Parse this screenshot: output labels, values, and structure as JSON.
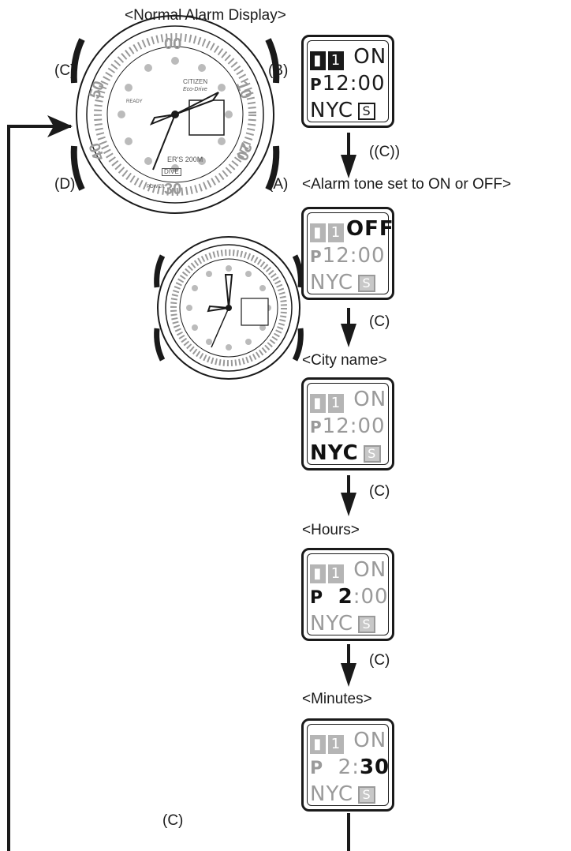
{
  "titles": {
    "normal": "<Normal Alarm Display>",
    "tone": "<Alarm tone set to ON or OFF>",
    "city": "<City name>",
    "hours": "<Hours>",
    "minutes": "<Minutes>"
  },
  "buttons": {
    "c": "(C)",
    "b": "(B)",
    "d": "(D)",
    "a": "(A)"
  },
  "arrow_labels": {
    "step1": "((C))",
    "step2": "(C)",
    "step3": "(C)",
    "step4": "(C)",
    "return": "(C)"
  },
  "watch": {
    "brand": "CITIZEN",
    "sub": "Eco-Drive",
    "model": "ER'S 200M",
    "dive": "DIVE",
    "bezel_top": "00",
    "bezel_left": "50",
    "bezel_right": "10",
    "bezel_br": "20",
    "bezel_bottom": "30",
    "bezel_bl": "40",
    "ready": "READY",
    "power": "POWER"
  },
  "lcd_screens": [
    {
      "id": "normal",
      "num": "1",
      "state": "ON",
      "ampm": "P",
      "time": "12:00",
      "city": "NYC",
      "s": "S"
    },
    {
      "id": "tone",
      "num": "1",
      "state": "OFF",
      "ampm": "P",
      "time": "12:00",
      "city": "NYC",
      "s": "S"
    },
    {
      "id": "city",
      "num": "1",
      "state": "ON",
      "ampm": "P",
      "time": "12:00",
      "city": "NYC",
      "s": "S"
    },
    {
      "id": "hours",
      "num": "1",
      "state": "ON",
      "ampm": "P",
      "hh": "2",
      "colon": ":",
      "mm": "00",
      "city": "NYC",
      "s": "S"
    },
    {
      "id": "minutes",
      "num": "1",
      "state": "ON",
      "ampm": "P",
      "hh": "2",
      "colon": ":",
      "mm": "30",
      "city": "NYC",
      "s": "S"
    }
  ]
}
